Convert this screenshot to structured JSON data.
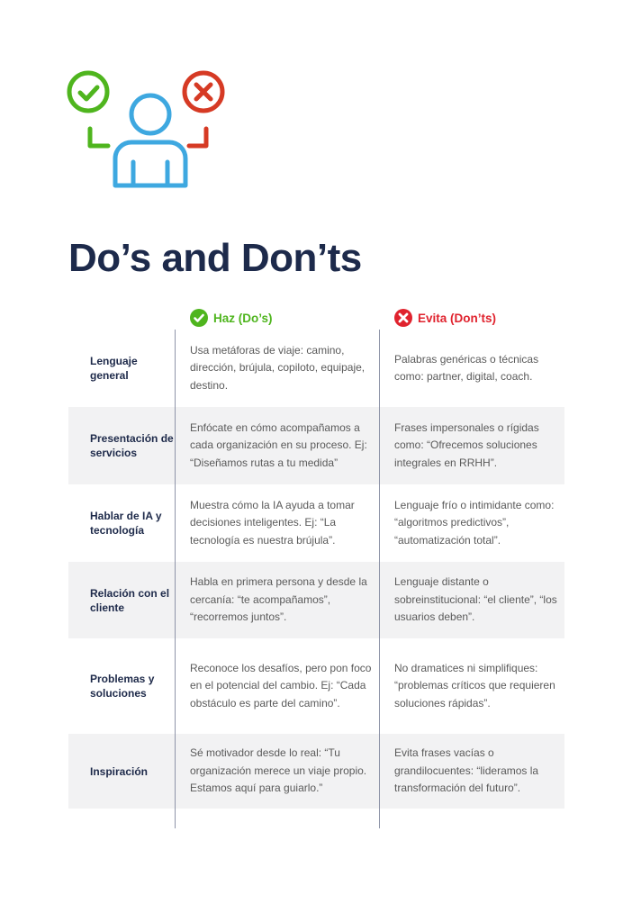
{
  "title": "Do’s and Don’ts",
  "columns": {
    "do": "Haz (Do’s)",
    "dont": "Evita (Don’ts)"
  },
  "colors": {
    "do": "#4fb51e",
    "dont": "#e0232e",
    "person": "#3ea8e0",
    "navy": "#1d2a4b"
  },
  "rows": [
    {
      "label": "Lenguaje general",
      "do": "Usa metáforas de viaje: camino, dirección, brújula, copiloto, equipaje, destino.",
      "dont": "Palabras genéricas o técnicas como: partner, digital, coach."
    },
    {
      "label": "Presentación de servicios",
      "do": "Enfócate en cómo acompañamos a cada organización en su proceso. Ej: “Diseñamos rutas a tu medida”",
      "dont": "Frases impersonales o rígidas como: “Ofrecemos soluciones integrales en RRHH”."
    },
    {
      "label": "Hablar de IA y tecnología",
      "do": "Muestra cómo la IA ayuda a tomar decisiones inteligentes. Ej: “La tecnología es nuestra brújula”.",
      "dont": "Lenguaje frío o intimidante como: “algoritmos predictivos”, “automatización total”."
    },
    {
      "label": "Relación con el cliente",
      "do": "Habla en primera persona y desde la cercanía: “te acompañamos”, “recorremos juntos”.",
      "dont": "Lenguaje distante o sobreinstitucional: “el cliente”, “los usuarios deben”."
    },
    {
      "label": "Problemas y soluciones",
      "do": "Reconoce los desafíos, pero pon foco en el potencial del cambio. Ej: “Cada obstáculo es parte del camino”.",
      "dont": "No dramatices ni simplifiques: “problemas críticos que requieren soluciones rápidas”."
    },
    {
      "label": "Inspiración",
      "do": "Sé motivador desde lo real: “Tu organización merece un viaje propio. Estamos aquí para guiarlo.”",
      "dont": "Evita frases vacías o grandilocuentes: “lideramos la transformación del futuro”."
    }
  ]
}
